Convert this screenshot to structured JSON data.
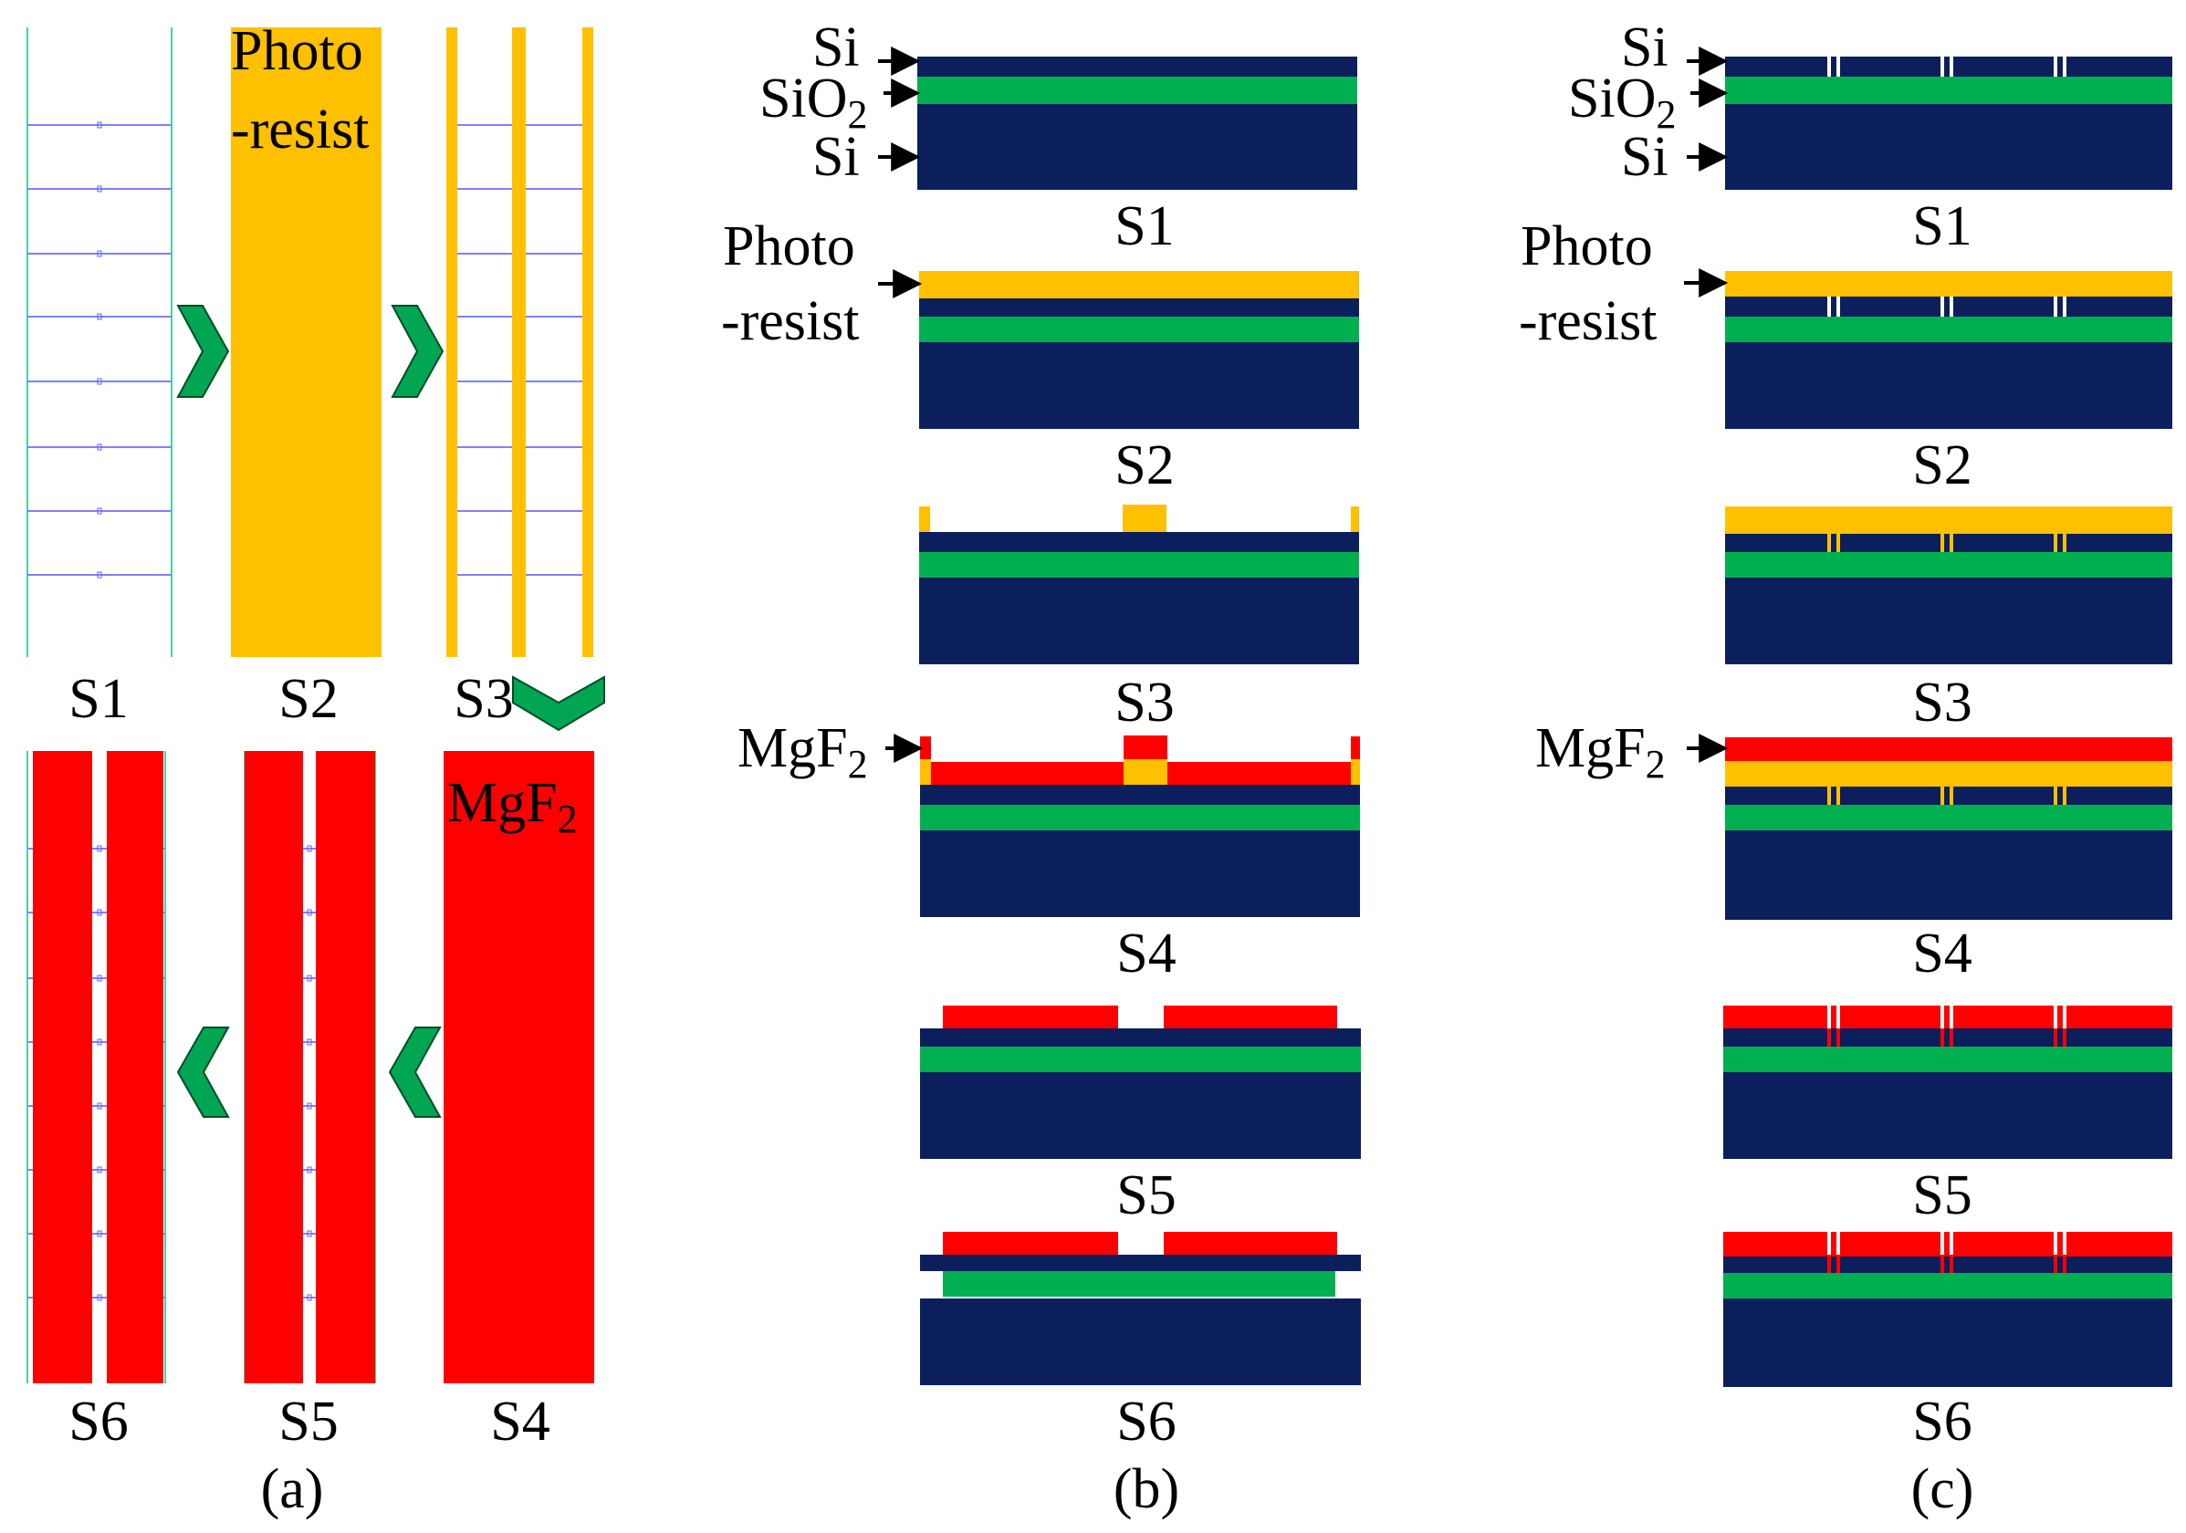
{
  "colors": {
    "si": "#0b1f5c",
    "sio2": "#00b050",
    "photoresist": "#ffc000",
    "mgf2": "#ff0000",
    "arrow": "#00a651",
    "grid": "#7a7aff",
    "frame": "#3fd6a0"
  },
  "panel_a": {
    "caption": "(a)",
    "step_labels": [
      "S1",
      "S2",
      "S3",
      "S4",
      "S5",
      "S6"
    ],
    "photoresist_label_1": "Photo",
    "photoresist_label_2": "-resist",
    "mgf2_label": "MgF",
    "mgf2_sub": "2"
  },
  "panel_b": {
    "caption": "(b)",
    "step_labels": [
      "S1",
      "S2",
      "S3",
      "S4",
      "S5",
      "S6"
    ],
    "layer_si_top": "Si",
    "layer_sio2": "SiO",
    "layer_sio2_sub": "2",
    "layer_si_bottom": "Si",
    "photoresist_label_1": "Photo",
    "photoresist_label_2": "-resist",
    "mgf2_label": "MgF",
    "mgf2_sub": "2"
  },
  "panel_c": {
    "caption": "(c)",
    "step_labels": [
      "S1",
      "S2",
      "S3",
      "S4",
      "S5",
      "S6"
    ],
    "layer_si_top": "Si",
    "layer_sio2": "SiO",
    "layer_sio2_sub": "2",
    "layer_si_bottom": "Si",
    "photoresist_label_1": "Photo",
    "photoresist_label_2": "-resist",
    "mgf2_label": "MgF",
    "mgf2_sub": "2"
  }
}
